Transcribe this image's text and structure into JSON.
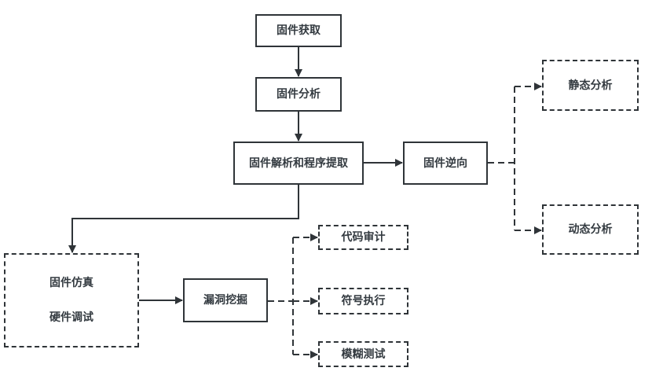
{
  "diagram": {
    "nodes": {
      "acquire": "固件获取",
      "analyze": "固件分析",
      "parse": "固件解析和程序提取",
      "reverse": "固件逆向",
      "static": "静态分析",
      "dynamic": "动态分析",
      "emulation_line1": "固件仿真",
      "emulation_line2": "硬件调试",
      "vuln": "漏洞挖掘",
      "audit": "代码审计",
      "symbolic": "符号执行",
      "fuzz": "模糊测试"
    },
    "edges": [
      {
        "from": "acquire",
        "to": "analyze",
        "style": "solid"
      },
      {
        "from": "analyze",
        "to": "parse",
        "style": "solid"
      },
      {
        "from": "parse",
        "to": "reverse",
        "style": "solid"
      },
      {
        "from": "parse",
        "to": "emulation",
        "style": "solid"
      },
      {
        "from": "reverse",
        "to": "static",
        "style": "dashed"
      },
      {
        "from": "reverse",
        "to": "dynamic",
        "style": "dashed"
      },
      {
        "from": "emulation",
        "to": "vuln",
        "style": "solid"
      },
      {
        "from": "vuln",
        "to": "audit",
        "style": "dashed"
      },
      {
        "from": "vuln",
        "to": "symbolic",
        "style": "dashed"
      },
      {
        "from": "vuln",
        "to": "fuzz",
        "style": "dashed"
      }
    ]
  }
}
